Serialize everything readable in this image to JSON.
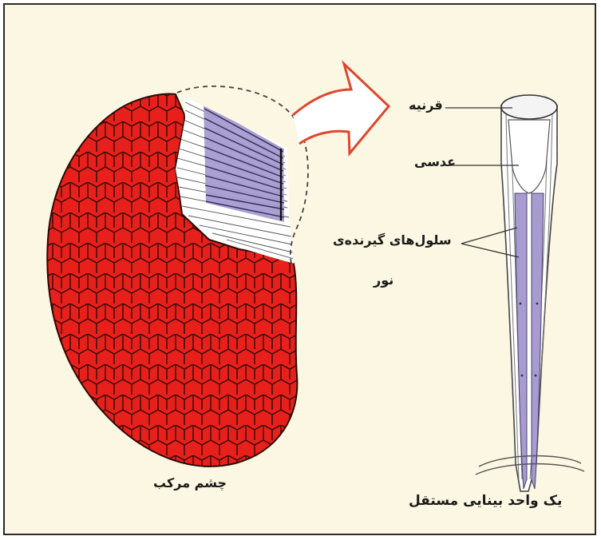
{
  "labels": {
    "cornea": "قرنیه",
    "lens": "عدسی",
    "photoreceptor_line1": "سلول‌های گیرنده‌ی",
    "photoreceptor_line2": "نور",
    "compound_eye": "چشم مرکب",
    "ommatidium": "یک واحد بینایی مستقل"
  },
  "colors": {
    "background": "#fcf7e2",
    "facets": "#e8201b",
    "facet_lines": "#3a0a08",
    "receptor": "#a79bd0",
    "arrow": "#e0462c"
  }
}
